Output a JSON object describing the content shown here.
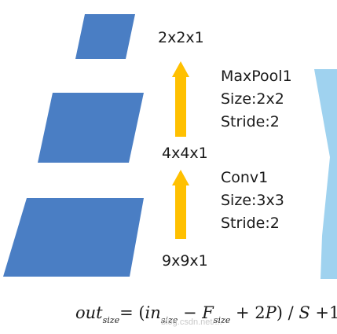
{
  "colors": {
    "block": "#4a7ec4",
    "block_edge": "#3a6aa8",
    "arrow": "#ffc000",
    "side_panel": "#9fd2ef"
  },
  "layers": {
    "output": {
      "size_label": "2x2x1"
    },
    "middle": {
      "size_label": "4x4x1"
    },
    "input": {
      "size_label": "9x9x1"
    }
  },
  "ops": {
    "pool": {
      "name": "MaxPool1",
      "size": "Size:2x2",
      "stride": "Stride:2"
    },
    "conv": {
      "name": "Conv1",
      "size": "Size:3x3",
      "stride": "Stride:2"
    }
  },
  "formula": {
    "out": "out",
    "out_sub": "size",
    "equals": "= (",
    "in": "in",
    "in_sub": "size",
    "minus": " − ",
    "F": "F",
    "F_sub": "size",
    "plus": " + 2",
    "P": "P",
    "close": ") / ",
    "S": "S",
    "tail": " +1"
  },
  "watermark": "blog.csdn.net/..."
}
